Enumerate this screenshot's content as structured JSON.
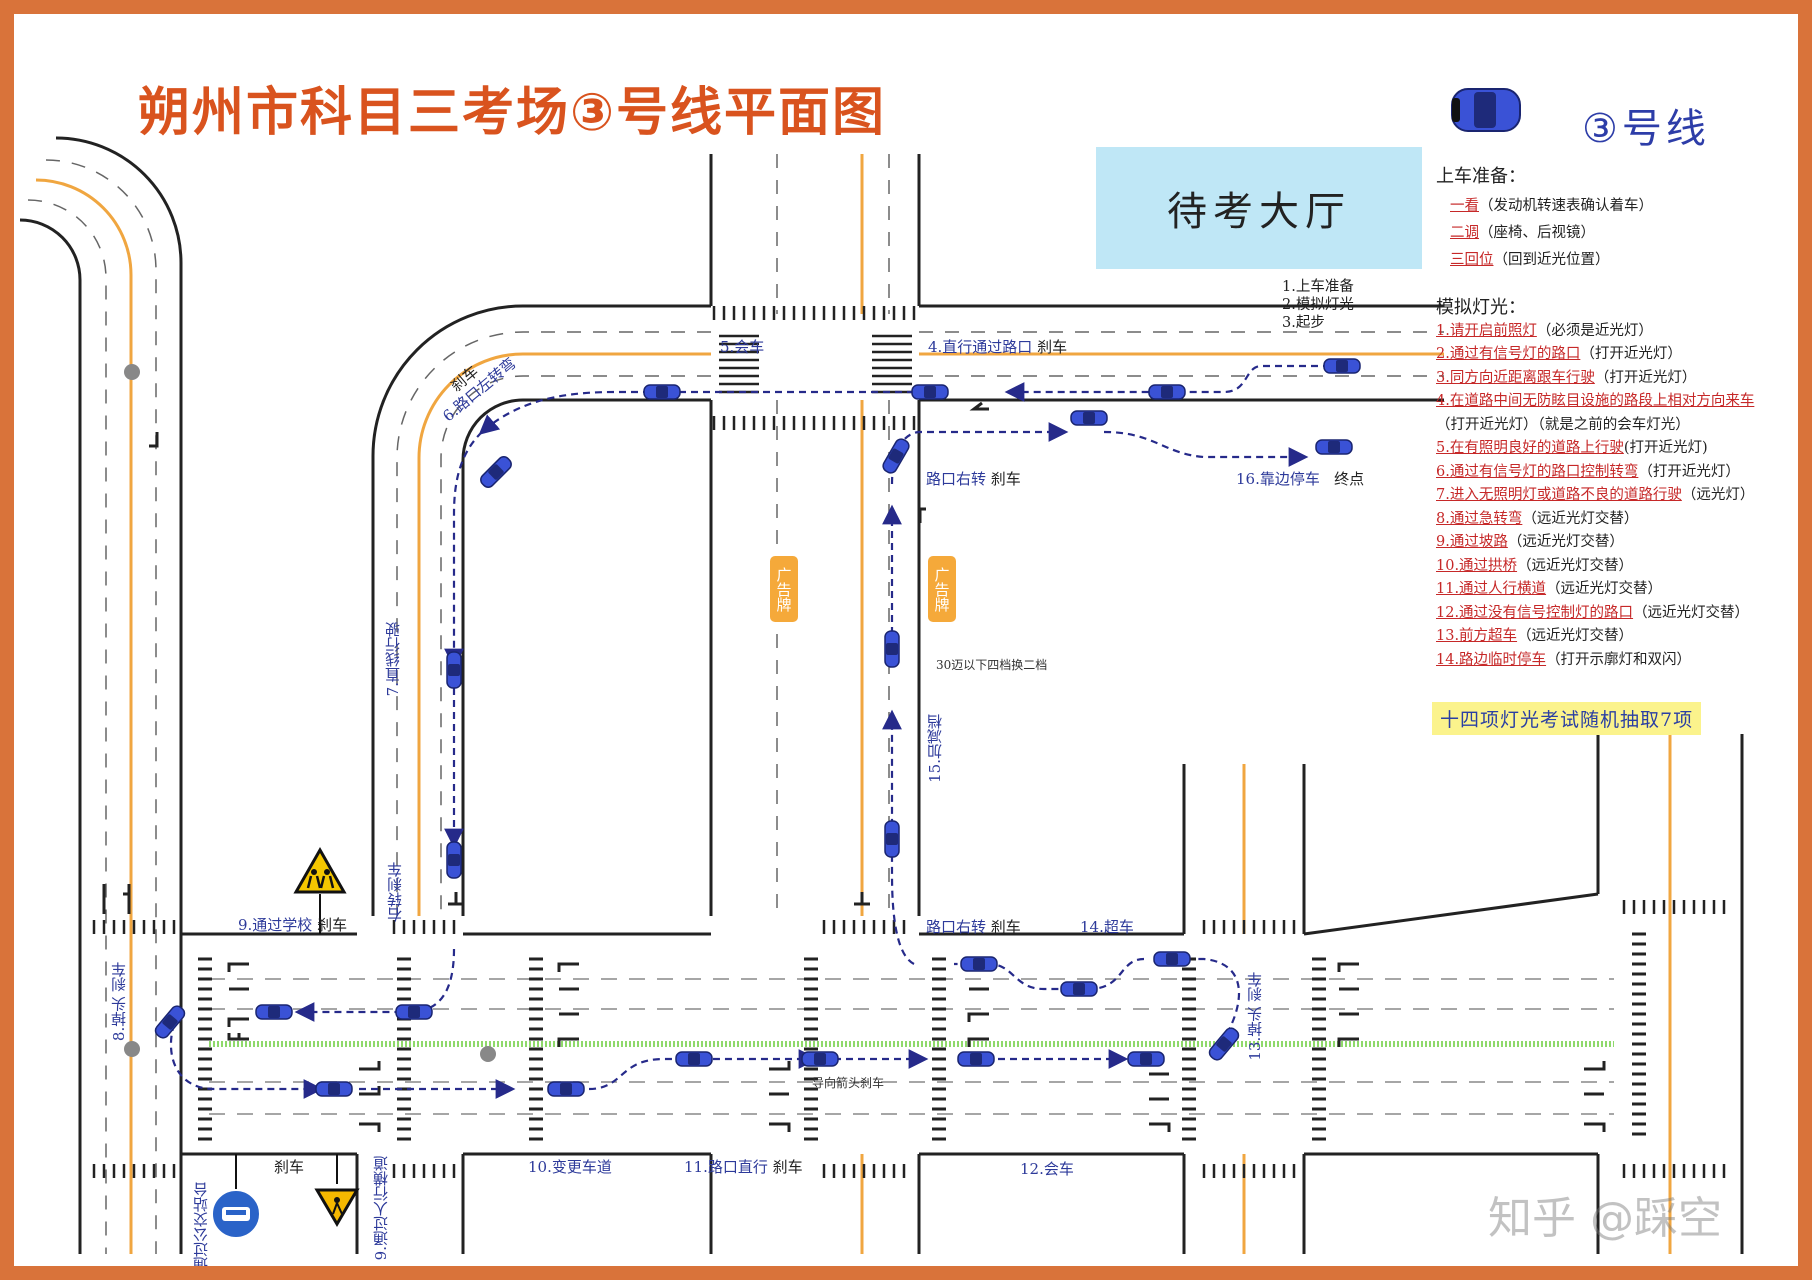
{
  "title": "朔州市科目三考场③号线平面图",
  "route_label": "③号线",
  "hall_label": "待考大厅",
  "start_steps": [
    "1.上车准备",
    "2.模拟灯光",
    "3.起步"
  ],
  "boarding": {
    "heading": "上车准备：",
    "items": [
      {
        "key": "一看",
        "text": "（发动机转速表确认着车）"
      },
      {
        "key": "二调",
        "text": "（座椅、后视镜）"
      },
      {
        "key": "三回位",
        "text": "（回到近光位置）"
      }
    ]
  },
  "lights": {
    "heading": "模拟灯光：",
    "items": [
      {
        "key": "1.请开启前照灯",
        "text": "（必须是近光灯）"
      },
      {
        "key": "2.通过有信号灯的路口",
        "text": "（打开近光灯）"
      },
      {
        "key": "3.同方向近距离跟车行驶",
        "text": "（打开近光灯）"
      },
      {
        "key": "4.在道路中间无防眩目设施的路段上相对方向来车",
        "text": ""
      },
      {
        "key": "",
        "text": "（打开近光灯）（就是之前的会车灯光）"
      },
      {
        "key": "5.在有照明良好的道路上行驶",
        "text": "(打开近光灯)"
      },
      {
        "key": "6.通过有信号灯的路口控制转弯",
        "text": "（打开近光灯）"
      },
      {
        "key": "7.进入无照明灯或道路不良的道路行驶",
        "text": "（远光灯）"
      },
      {
        "key": "8.通过急转弯",
        "text": "（远近光灯交替）"
      },
      {
        "key": "9.通过坡路",
        "text": "（远近光灯交替）"
      },
      {
        "key": "10.通过拱桥",
        "text": "（远近光灯交替）"
      },
      {
        "key": "11.通过人行横道",
        "text": "（远近光灯交替）"
      },
      {
        "key": "12.通过没有信号控制灯的路口",
        "text": "（远近光灯交替）"
      },
      {
        "key": "13.前方超车",
        "text": "（远近光灯交替）"
      },
      {
        "key": "14.路边临时停车",
        "text": "（打开示廓灯和双闪）"
      }
    ],
    "note": "十四项灯光考试随机抽取7项"
  },
  "map_labels": {
    "meet_5": "5.会车",
    "straight_4": "4.直行通过路口",
    "brake": "刹车",
    "left_turn_6": "6.路口左转弯",
    "straight_7": "7.直线行驶",
    "right_turn_top": "路口右转",
    "pullover_16": "16.靠边停车",
    "endpoint": "终点",
    "billboard": "广告牌",
    "gear_note": "30迈以下四档换二档",
    "accel_15": "15.加减档",
    "school_9": "9.通过学校",
    "right_brake": "右转刹车",
    "uturn_8": "8.掉头 刹车",
    "right_turn_bottom": "路口右转",
    "overtake_14": "14.超车",
    "uturn_13": "13.掉头 刹车",
    "guide_arrow": "导向箭头刹车",
    "lane_change_10": "10.变更车道",
    "straight_11": "11.路口直行",
    "meet_12": "12.会车",
    "bus_stop": "通过公交站台",
    "crosswalk_9": "9.通过人行横道"
  },
  "watermark": "知乎 @踩空",
  "colors": {
    "title": "#d9531e",
    "route": "#2d3da8",
    "path": "#262a8a",
    "car": "#3a52d6",
    "hall": "#bfe7f6",
    "center_line": "#f0a640",
    "green": "#8fd96b"
  }
}
